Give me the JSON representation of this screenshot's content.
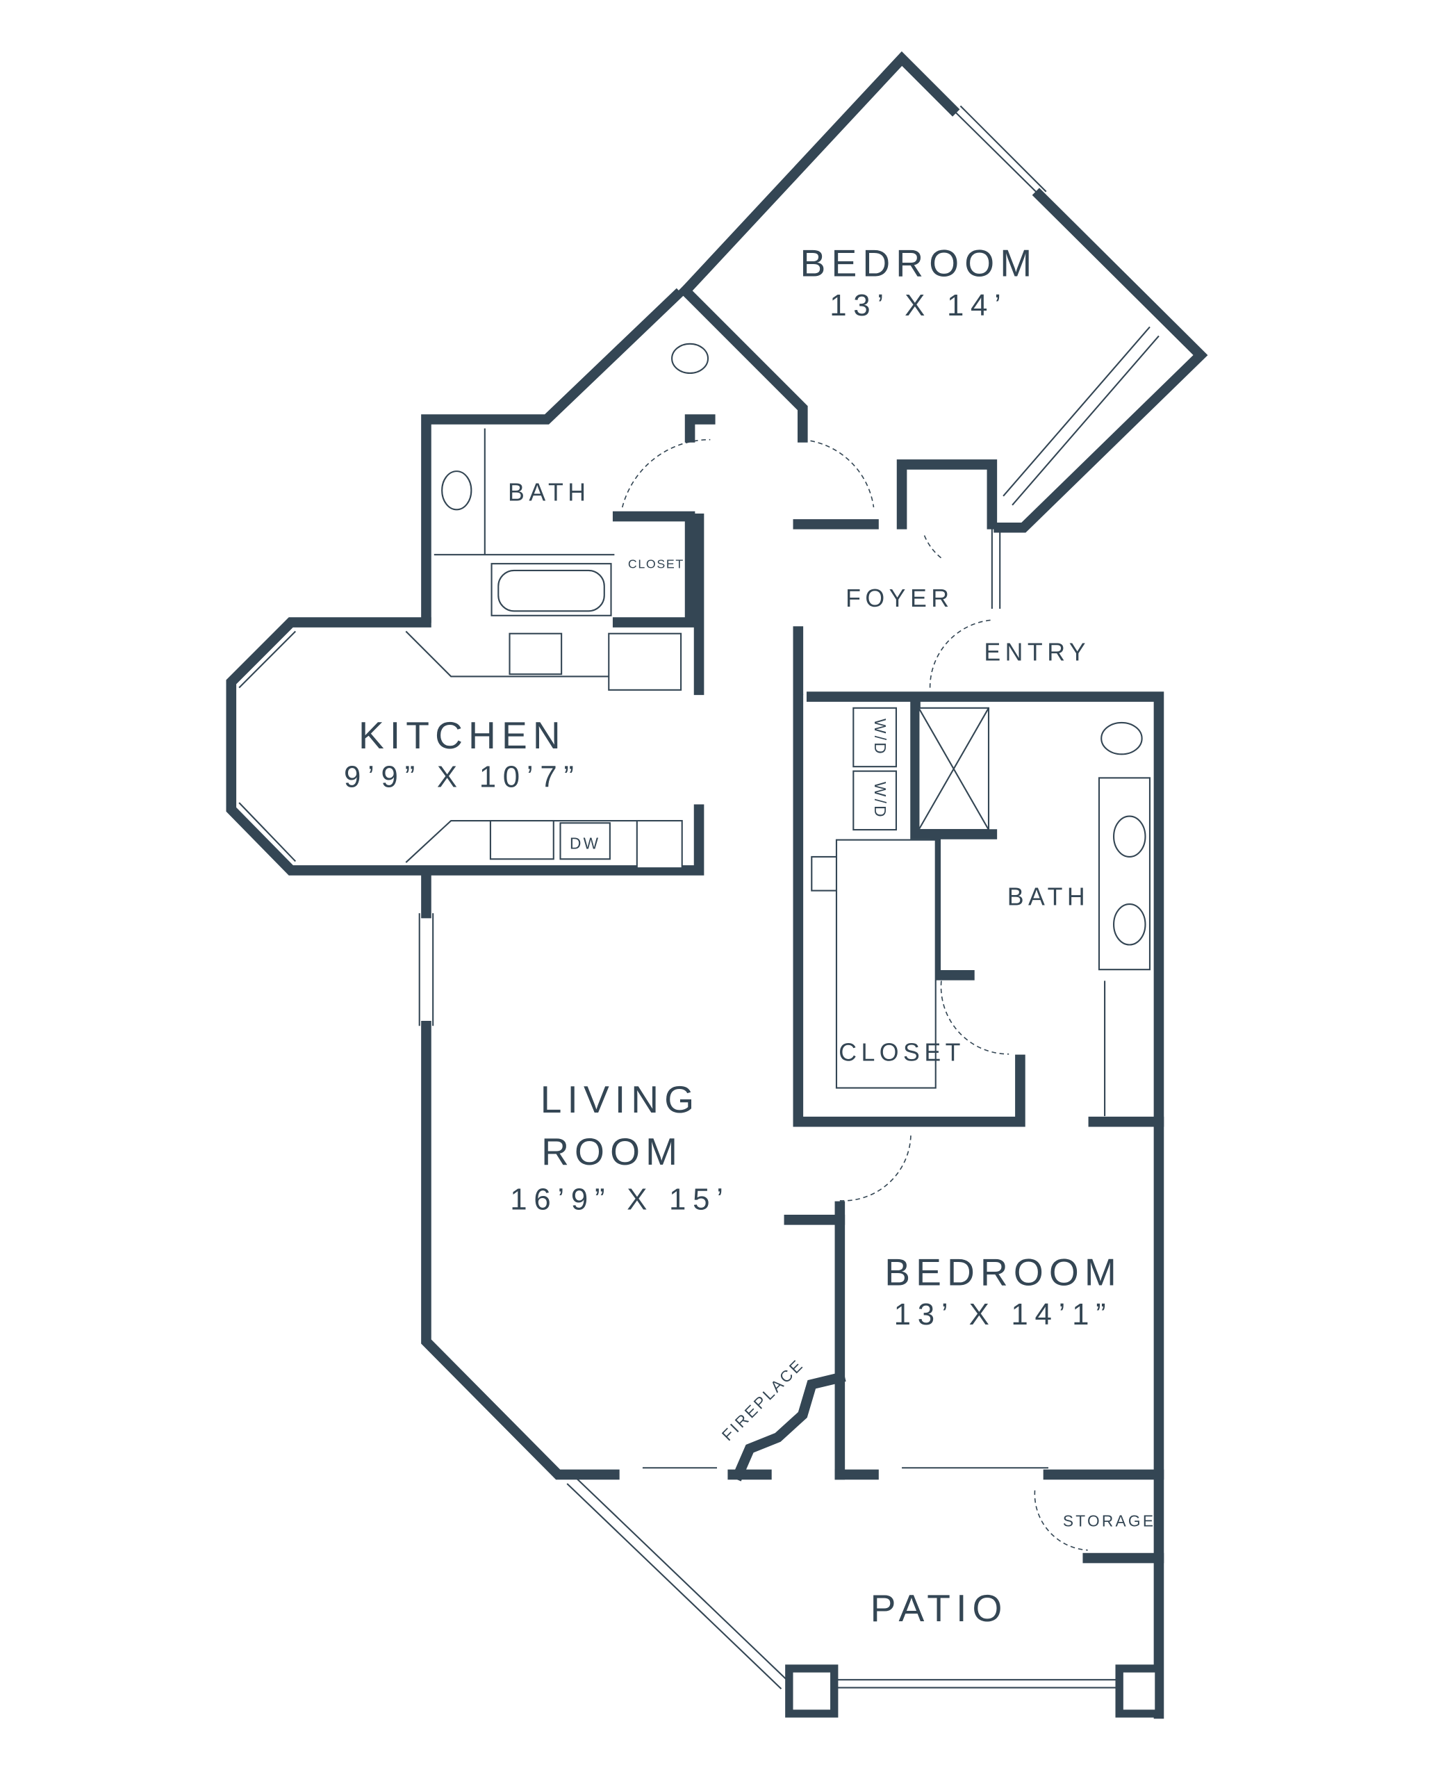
{
  "rooms": {
    "bedroom1": {
      "name": "BEDROOM",
      "size": "13’ X 14’"
    },
    "bath1": {
      "name": "BATH"
    },
    "closet_small": {
      "name": "CLOSET"
    },
    "foyer": {
      "name": "FOYER"
    },
    "entry": {
      "name": "ENTRY"
    },
    "kitchen": {
      "name": "KITCHEN",
      "size": "9’9” X 10’7”"
    },
    "living": {
      "name_line1": "LIVING",
      "name_line2": "ROOM",
      "size": "16’9” X 15’"
    },
    "bath2": {
      "name": "BATH"
    },
    "closet": {
      "name": "CLOSET"
    },
    "bedroom2": {
      "name": "BEDROOM",
      "size": "13’ X 14’1”"
    },
    "patio": {
      "name": "PATIO"
    },
    "storage": {
      "name": "STORAGE"
    }
  },
  "fixtures": {
    "wd1": "W/D",
    "wd2": "W/D",
    "dishwasher": "DW",
    "fireplace": "FIREPLACE"
  },
  "colors": {
    "wall": "#344654",
    "background": "#ffffff"
  }
}
